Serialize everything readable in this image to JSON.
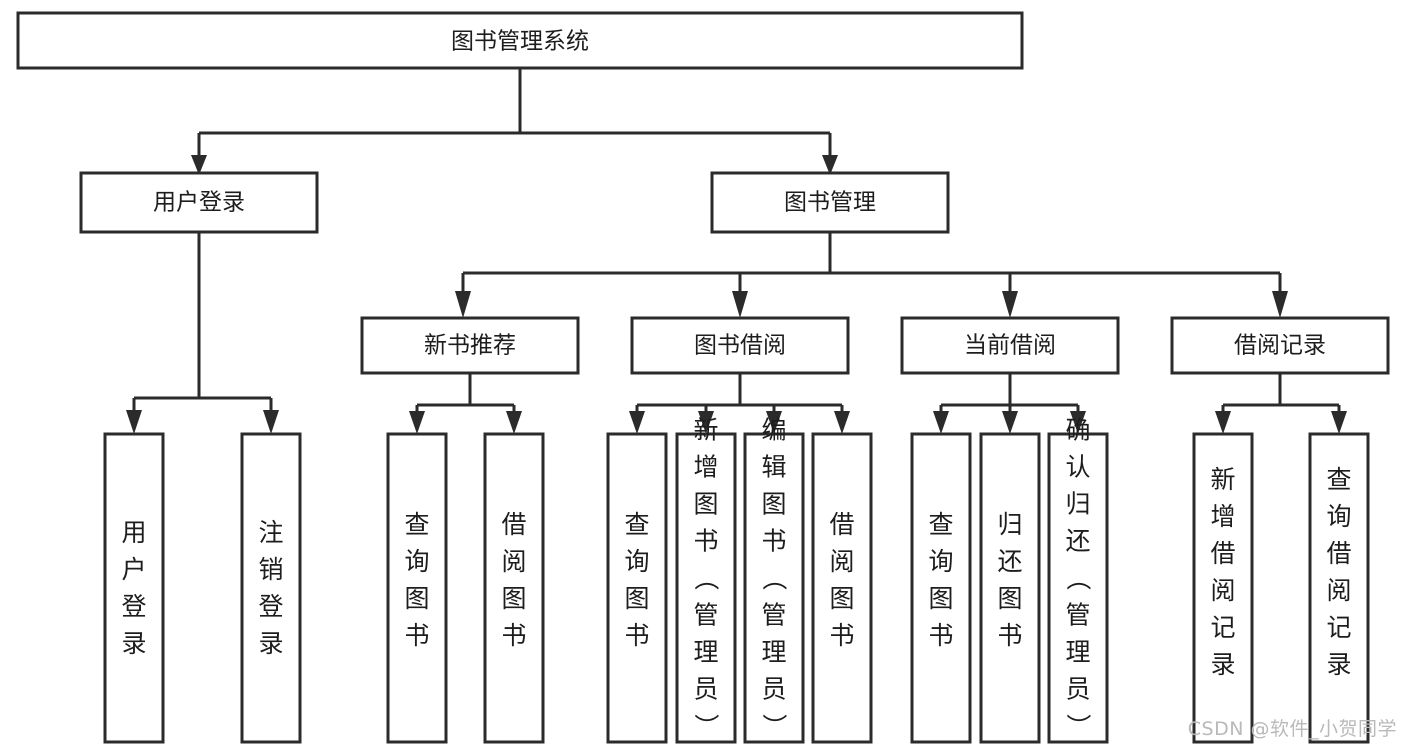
{
  "diagram": {
    "type": "tree",
    "title": "图书管理系统",
    "orientation": "top-down",
    "colors": {
      "box_fill": "#ffffff",
      "box_stroke": "#2b2b2b",
      "text": "#1d1d1d",
      "background": "#ffffff",
      "watermark": "#b9b9b9"
    },
    "root": {
      "label": "图书管理系统"
    },
    "level2": [
      {
        "label": "用户登录"
      },
      {
        "label": "图书管理"
      }
    ],
    "level3": [
      {
        "label": "新书推荐"
      },
      {
        "label": "图书借阅"
      },
      {
        "label": "当前借阅"
      },
      {
        "label": "借阅记录"
      }
    ],
    "leaves": {
      "user_login": [
        {
          "label": "用户登录"
        },
        {
          "label": "注销登录"
        }
      ],
      "new_book_recommend": [
        {
          "label": "查询图书"
        },
        {
          "label": "借阅图书"
        }
      ],
      "book_borrow": [
        {
          "label": "查询图书"
        },
        {
          "label": "新增图书（管理员）"
        },
        {
          "label": "编辑图书（管理员）"
        },
        {
          "label": "借阅图书"
        }
      ],
      "current_borrow": [
        {
          "label": "查询图书"
        },
        {
          "label": "归还图书"
        },
        {
          "label": "确认归还（管理员）"
        }
      ],
      "borrow_record": [
        {
          "label": "新增借阅记录"
        },
        {
          "label": "查询借阅记录"
        }
      ]
    },
    "watermark": "CSDN @软件_小贺同学"
  }
}
